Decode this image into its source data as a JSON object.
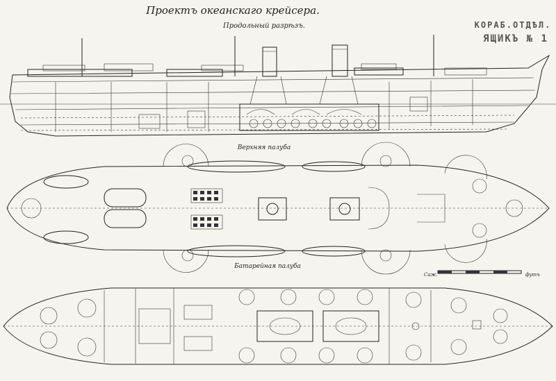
{
  "title": "Проектъ океанскаго крейсера.",
  "views": {
    "profile": "Продольный разрѣзъ.",
    "upper_deck": "Верхняя палуба",
    "battery_deck": "Батарейная палуба"
  },
  "stamp": {
    "line1": "КОРАБ.ОТДѢЛ.",
    "line2": "ЯЩИКЪ № 1"
  },
  "scale": {
    "left_label": "Саж.",
    "right_label": "футъ"
  },
  "colors": {
    "ink": "#222222",
    "paper": "#f6f4ee",
    "stamp": "#555555"
  }
}
